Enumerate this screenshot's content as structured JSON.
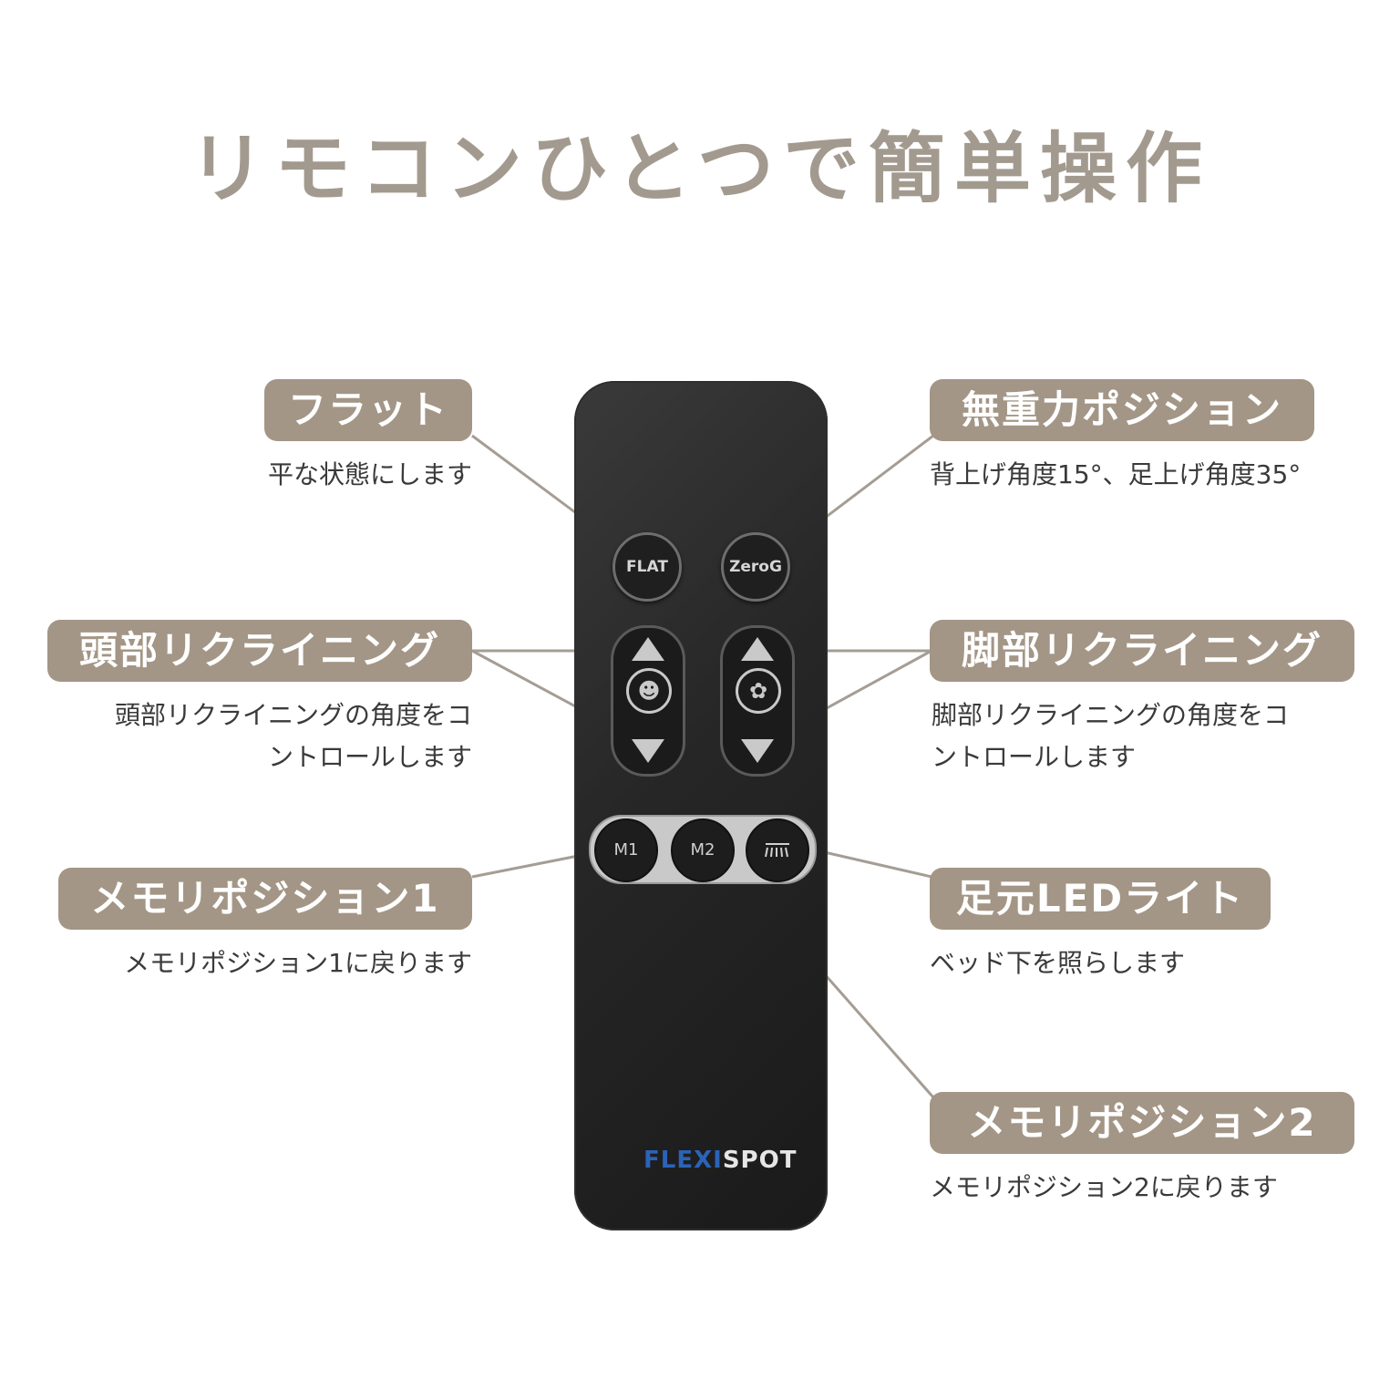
{
  "title": "リモコンひとつで簡単操作",
  "callouts": {
    "flat": {
      "label": "フラット",
      "desc": "平な状態にします"
    },
    "zero_g": {
      "label": "無重力ポジション",
      "desc": "背上げ角度15°、足上げ角度35°"
    },
    "head": {
      "label": "頭部リクライニング",
      "desc_line1": "頭部リクライニングの角度をコ",
      "desc_line2": "ントロールします"
    },
    "leg": {
      "label": "脚部リクライニング",
      "desc_line1": "脚部リクライニングの角度をコ",
      "desc_line2": "ントロールします"
    },
    "mem1": {
      "label": "メモリポジション1",
      "desc": "メモリポジション1に戻ります"
    },
    "led": {
      "label": "足元LEDライト",
      "desc": "ベッド下を照らします"
    },
    "mem2": {
      "label": "メモリポジション2",
      "desc": "メモリポジション2に戻ります"
    }
  },
  "remote": {
    "flat_btn": "FLAT",
    "zerog_btn": "ZeroG",
    "m1_btn": "M1",
    "m2_btn": "M2",
    "led_btn_icon": "led-light-icon",
    "logo_part1": "FLEXI",
    "logo_part2": "SPOT",
    "colors": {
      "logo_blue": "#2b63b8",
      "logo_white": "#e6e6e6",
      "tag_bg": "#a39686"
    }
  }
}
